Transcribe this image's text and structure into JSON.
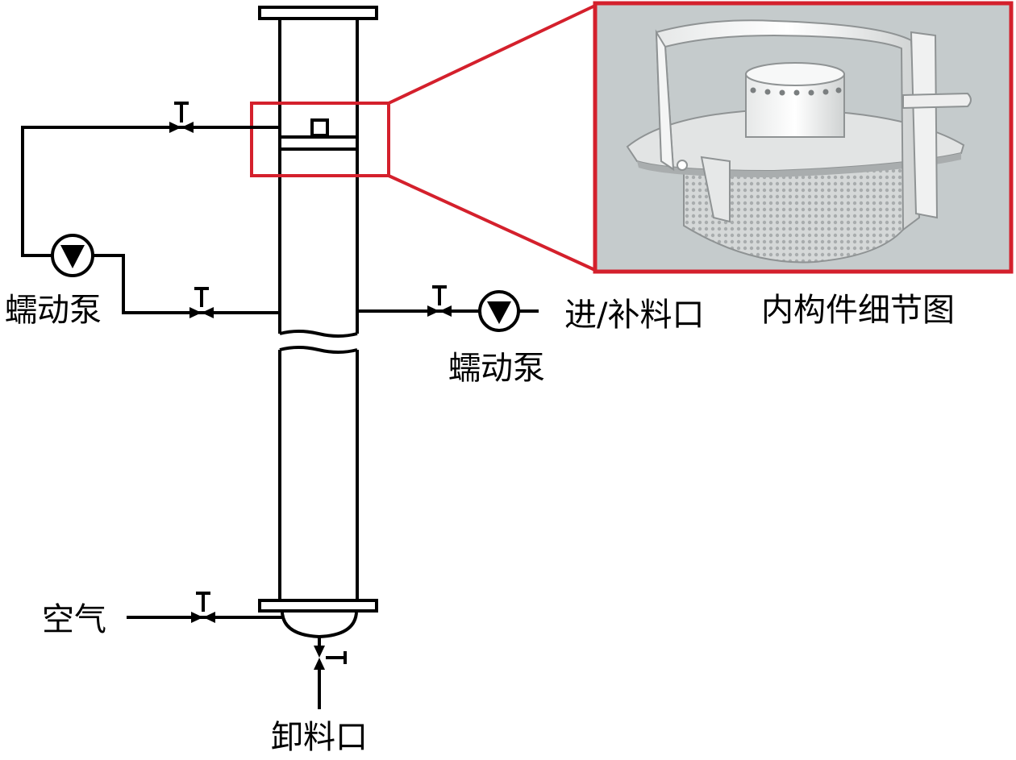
{
  "labels": {
    "pump_left": "蠕动泵",
    "pump_right": "蠕动泵",
    "feed_inlet": "进/补料口",
    "detail_title": "内构件细节图",
    "air": "空气",
    "discharge": "卸料口"
  },
  "colors": {
    "line": "#000000",
    "highlight": "#d4202c",
    "detail_bg": "#c5cbcc",
    "component_light": "#eef0f0",
    "component_mid": "#d9dcdc",
    "component_shadow": "#a9adae",
    "mesh": "#bfc3c3"
  }
}
